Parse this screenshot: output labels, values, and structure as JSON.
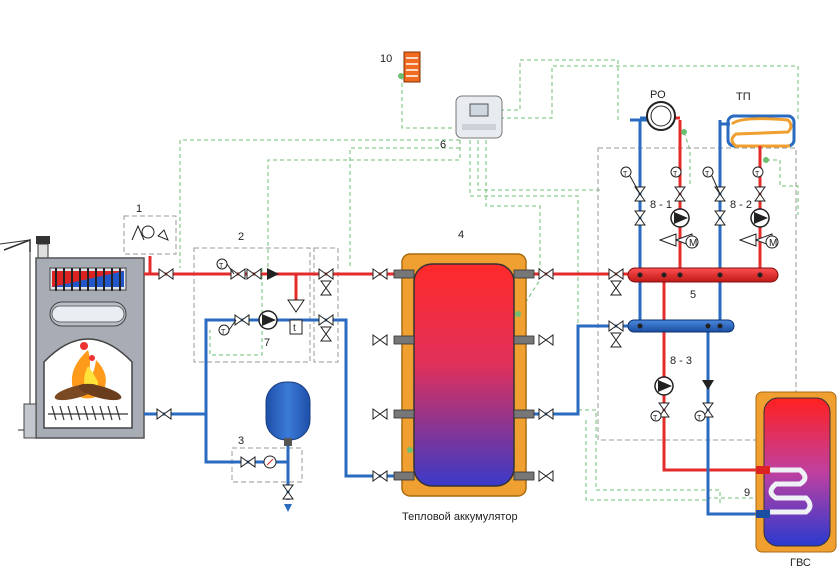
{
  "labels": {
    "n1": "1",
    "n2": "2",
    "n3": "3",
    "n4": "4",
    "n5": "5",
    "n6": "6",
    "n7": "7",
    "n8_1": "8 - 1",
    "n8_2": "8 - 2",
    "n8_3": "8 - 3",
    "n9": "9",
    "n10": "10",
    "ro": "РО",
    "tp": "ТП",
    "accumulator": "Тепловой аккумулятор",
    "gvs": "ГВС",
    "t_mark": "t",
    "m_mark": "M",
    "thermo_mark": "T"
  },
  "colors": {
    "hot_pipe": "#e32b2b",
    "cold_pipe": "#2a6bbf",
    "signal_line": "#6fbf73",
    "tank_shell": "#f0a030",
    "boiler_body": "#a8acb4",
    "controller_led": "#f06a20"
  }
}
